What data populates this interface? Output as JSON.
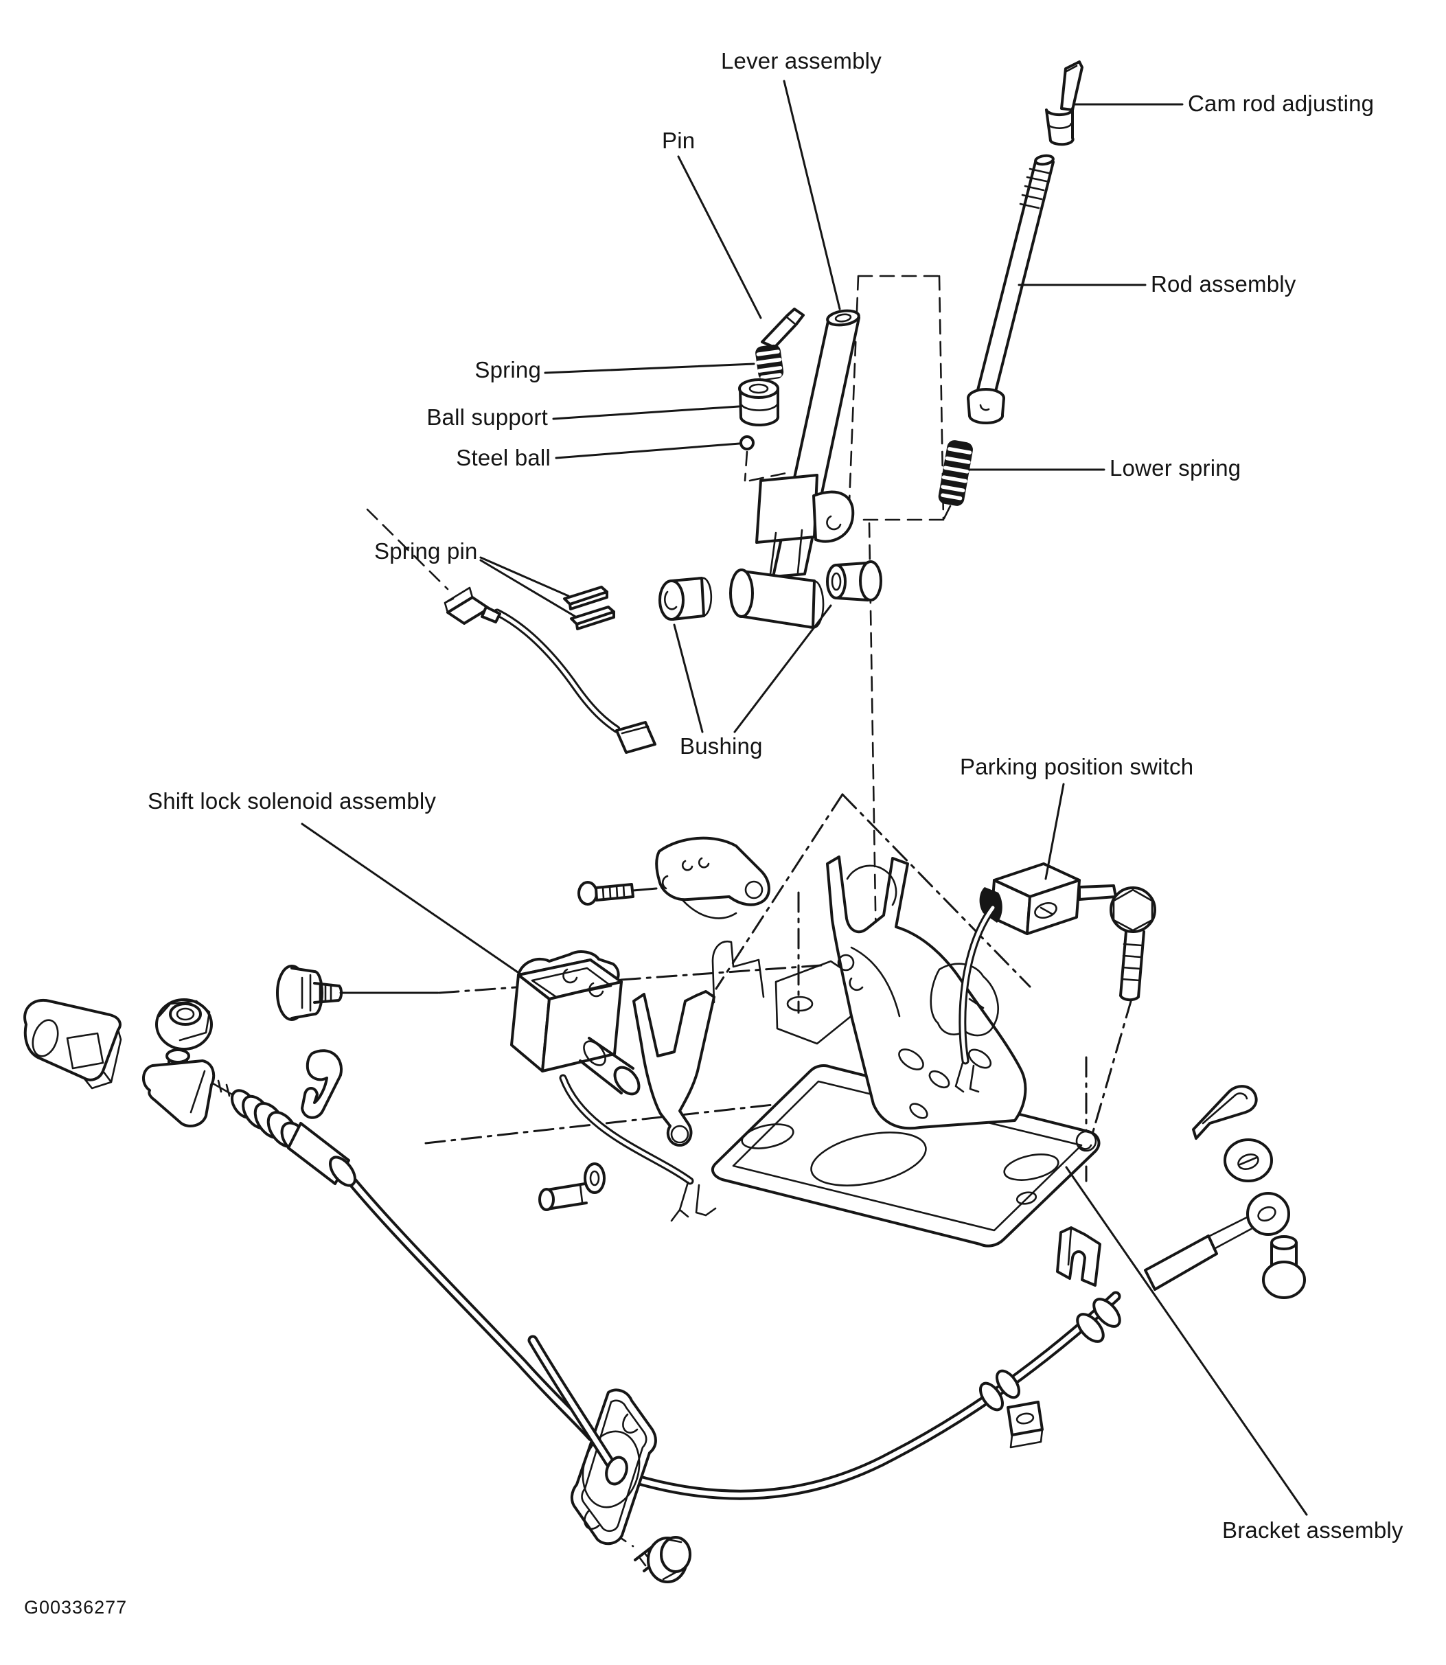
{
  "figure": {
    "code": "G00336277",
    "kind": "exploded-parts-diagram"
  },
  "style": {
    "ink": "#161616",
    "background": "#ffffff"
  },
  "labels": {
    "lever_assembly": "Lever assembly",
    "pin": "Pin",
    "cam_rod_adjusting": "Cam rod adjusting",
    "rod_assembly": "Rod assembly",
    "spring": "Spring",
    "ball_support": "Ball support",
    "steel_ball": "Steel ball",
    "lower_spring": "Lower spring",
    "spring_pin": "Spring pin",
    "bushing": "Bushing",
    "parking_position_switch": "Parking position switch",
    "shift_lock_solenoid_assembly": "Shift lock solenoid assembly",
    "bracket_assembly": "Bracket assembly"
  }
}
